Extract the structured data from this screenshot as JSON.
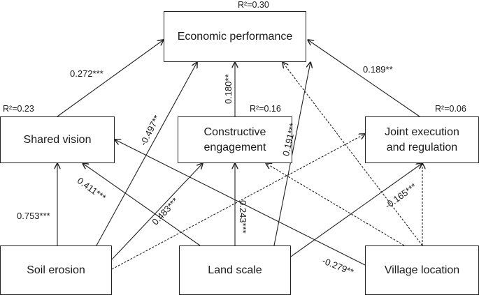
{
  "nodes": {
    "economic_performance": "Economic performance",
    "shared_vision": "Shared vision",
    "constructive_engagement": "Constructive\nengagement",
    "joint_execution": "Joint execution\nand regulation",
    "soil_erosion": "Soil erosion",
    "land_scale": "Land scale",
    "village_location": "Village location"
  },
  "r_squared": {
    "economic_performance": "R²=0.30",
    "shared_vision": "R²=0.23",
    "constructive_engagement": "R²=0.16",
    "joint_execution": "R²=0.06"
  },
  "paths": {
    "sv_to_ep": "0.272***",
    "ce_to_ep": "0.180**",
    "je_to_ep": "0.189**",
    "se_to_ep": "-0.497**",
    "ls_to_ep": "0.191***",
    "se_to_sv": "0.753***",
    "ls_to_sv": "0.411***",
    "se_to_ce": "0.483***",
    "ls_to_ce": "0.243***",
    "ls_to_je": "-0.165***",
    "vl_to_sv": "-0.279**"
  }
}
